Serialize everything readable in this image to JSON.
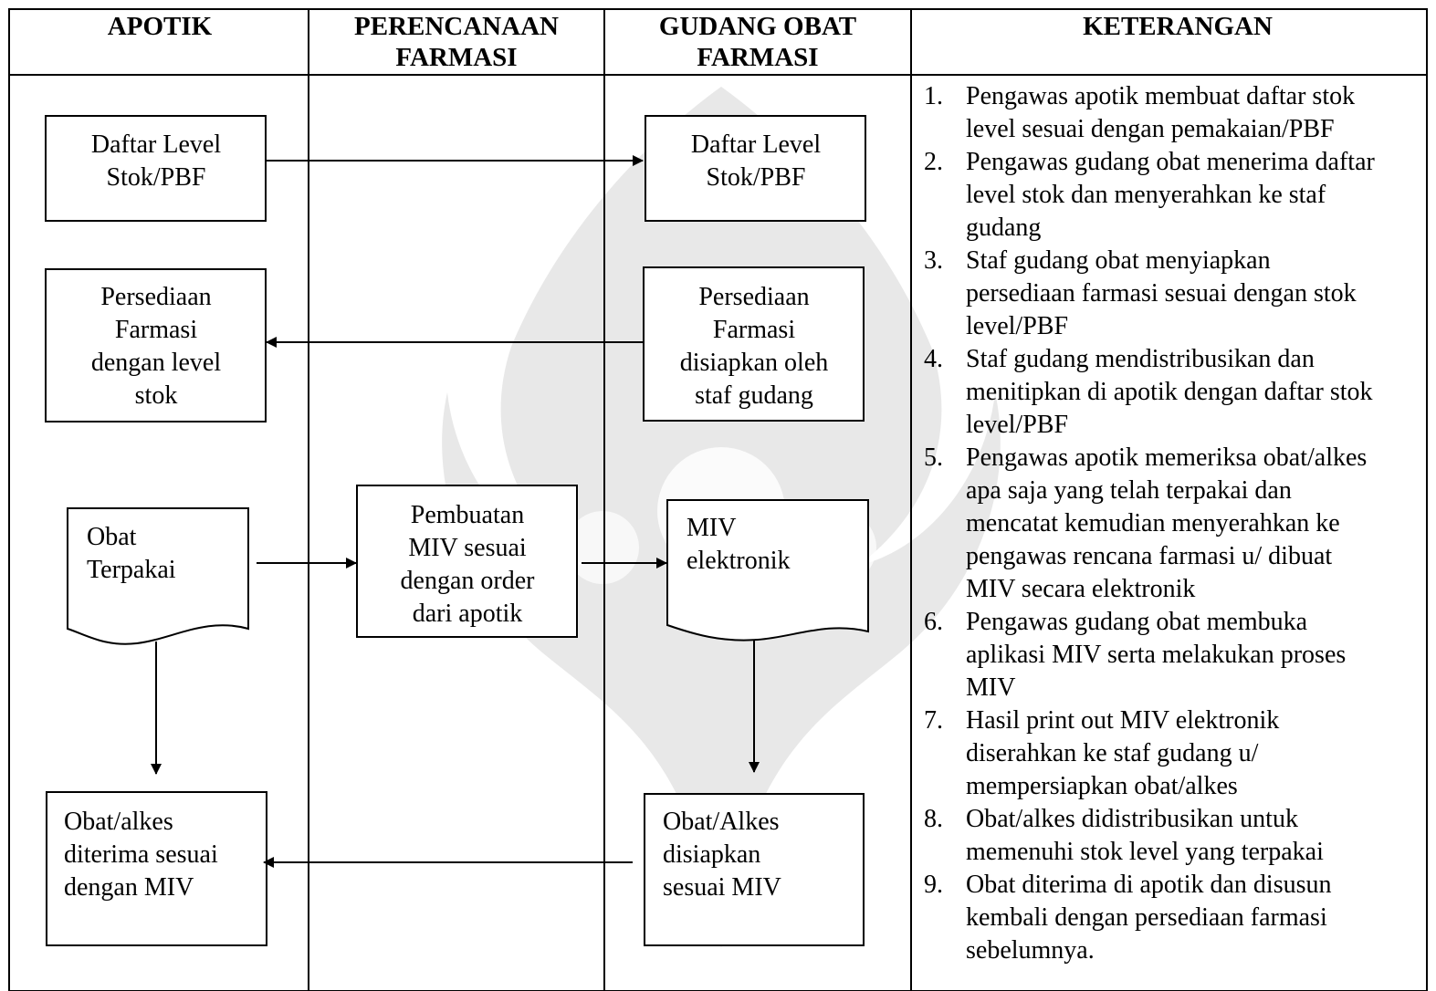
{
  "headers": {
    "apotik": [
      "APOTIK"
    ],
    "perencanaan": [
      "PERENCANAAN",
      "FARMASI"
    ],
    "gudang": [
      "GUDANG OBAT",
      "FARMASI"
    ],
    "keterangan": [
      "KETERANGAN"
    ]
  },
  "boxes": {
    "apotik_daftar": [
      "Daftar Level",
      "Stok/PBF"
    ],
    "apotik_persediaan": [
      "Persediaan",
      "Farmasi",
      "dengan level",
      "stok"
    ],
    "apotik_obat_terpakai": [
      "Obat",
      "Terpakai"
    ],
    "apotik_obat_diterima": [
      "Obat/alkes",
      "diterima sesuai",
      "dengan MIV"
    ],
    "perencanaan_pembuatan": [
      "Pembuatan",
      "MIV sesuai",
      "dengan order",
      "dari apotik"
    ],
    "gudang_daftar": [
      "Daftar Level",
      "Stok/PBF"
    ],
    "gudang_persediaan": [
      "Persediaan",
      "Farmasi",
      "disiapkan oleh",
      "staf gudang"
    ],
    "gudang_miv": [
      "MIV",
      "elektronik"
    ],
    "gudang_obat_disiapkan": [
      "Obat/Alkes",
      "disiapkan",
      "sesuai MIV"
    ]
  },
  "notes": [
    {
      "num": "1.",
      "lines": [
        "Pengawas apotik membuat daftar stok",
        "level sesuai dengan pemakaian/PBF"
      ]
    },
    {
      "num": "2.",
      "lines": [
        "Pengawas gudang obat menerima daftar",
        "level stok dan menyerahkan ke staf",
        "gudang"
      ]
    },
    {
      "num": "3.",
      "lines": [
        "Staf gudang obat menyiapkan",
        "persediaan farmasi sesuai dengan stok",
        "level/PBF"
      ]
    },
    {
      "num": "4.",
      "lines": [
        "Staf gudang mendistribusikan dan",
        "menitipkan di apotik dengan daftar stok",
        "level/PBF"
      ]
    },
    {
      "num": "5.",
      "lines": [
        "Pengawas apotik memeriksa obat/alkes",
        "apa saja yang telah terpakai dan",
        "mencatat kemudian menyerahkan ke",
        "pengawas rencana farmasi u/ dibuat",
        "MIV secara elektronik"
      ]
    },
    {
      "num": "6.",
      "lines": [
        "Pengawas gudang obat membuka",
        "aplikasi MIV serta melakukan proses",
        "MIV"
      ]
    },
    {
      "num": "7.",
      "lines": [
        "Hasil print out MIV elektronik",
        "diserahkan ke staf gudang u/",
        "mempersiapkan obat/alkes"
      ]
    },
    {
      "num": "8.",
      "lines": [
        "Obat/alkes didistribusikan untuk",
        "memenuhi stok level yang terpakai"
      ]
    },
    {
      "num": "9.",
      "lines": [
        "Obat diterima di apotik dan disusun",
        "kembali dengan persediaan farmasi",
        "sebelumnya."
      ]
    }
  ],
  "colors": {
    "line": "#000000",
    "background": "#ffffff",
    "watermark": "#e6e6e6"
  }
}
